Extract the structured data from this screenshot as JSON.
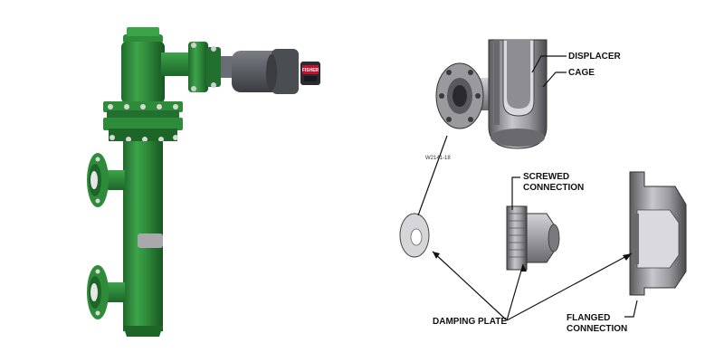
{
  "figure_id": "W2141-18",
  "brand_badge": "FISHER",
  "labels": {
    "displacer": "DISPLACER",
    "cage": "CAGE",
    "screwed_line1": "SCREWED",
    "screwed_line2": "CONNECTION",
    "damping_plate": "DAMPING PLATE",
    "flanged_line1": "FLANGED",
    "flanged_line2": "CONNECTION"
  },
  "colors": {
    "body_green": "#2e8b3a",
    "body_dark": "#1d6628",
    "body_light": "#4fb05a",
    "metal": "#8e8e92",
    "metal_dark": "#4a4a4e",
    "transmitter": "#5a5d63",
    "badge_red": "#c8102e",
    "line": "#111111"
  }
}
